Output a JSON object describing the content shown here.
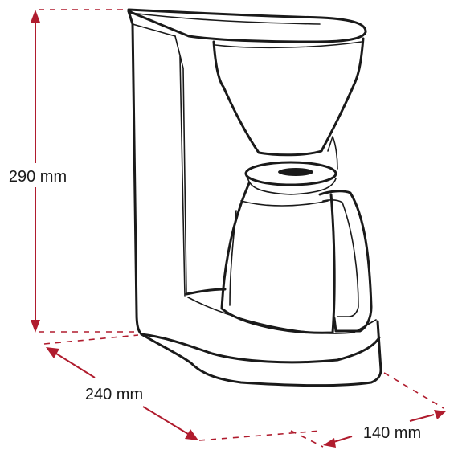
{
  "dimensions": {
    "height_label": "290 mm",
    "width_label": "240 mm",
    "depth_label": "140 mm"
  },
  "colors": {
    "dimension_line": "#b01c2e",
    "outline": "#1a1a1a",
    "background": "#ffffff"
  }
}
